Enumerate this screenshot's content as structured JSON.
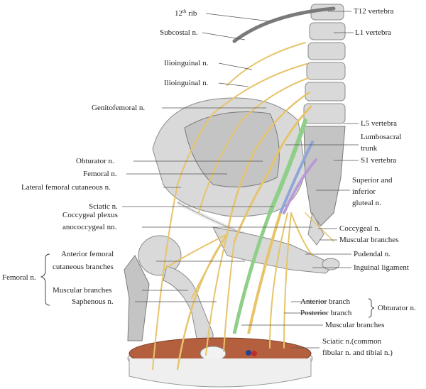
{
  "labels": {
    "rib12": "12",
    "rib12_sup": "th",
    "rib12_rest": " rib",
    "subcostal": "Subcostal n.",
    "ilioinguinal1": "Ilioinguinal n.",
    "ilioinguinal2": "Ilioinguinal n.",
    "genitofemoral": "Genitofemoral n.",
    "obturator_n": "Obturator n.",
    "femoral_n": "Femoral n.",
    "lat_fem_cut": "Lateral femoral cutaneous n.",
    "sciatic_n": "Sciatic n.",
    "coccygeal_plexus_1": "Coccygeal plexus",
    "coccygeal_plexus_2": "anococcygeal nn.",
    "femoral_group": "Femoral n.",
    "ant_fem_cut_1": "Anterior femoral",
    "ant_fem_cut_2": "cutaneous branches",
    "muscular_branches_left": "Muscular branches",
    "saphenous": "Saphenous n.",
    "t12": "T12 vertebra",
    "l1": "L1 vertebra",
    "l5": "L5 vertebra",
    "lumbosacral_1": "Lumbosacral",
    "lumbosacral_2": "trunk",
    "s1": "S1 vertebra",
    "sup_inf_gluteal_1": "Superior and",
    "sup_inf_gluteal_2": "inferior",
    "sup_inf_gluteal_3": "gluteal n.",
    "coccygeal_n": "Coccygeal n.",
    "muscular_branches_right": "Muscular branches",
    "pudendal": "Pudendal n.",
    "inguinal_lig": "Inguinal ligament",
    "anterior_branch": "Anterior branch",
    "posterior_branch": "Posterior branch",
    "obturator_group": "Obturator n.",
    "muscular_branches_bottom": "Muscular branches",
    "sciatic_common_1": "Sciatic n.(common",
    "sciatic_common_2": "fibular n. and tibial n.)"
  },
  "colors": {
    "nerve": "#e7c46a",
    "nerve_green": "#8fcf8a",
    "nerve_blue": "#8fa6d8",
    "nerve_purple": "#b99ad6",
    "muscle": "#b4603f",
    "bone": "#d9d9d9"
  }
}
